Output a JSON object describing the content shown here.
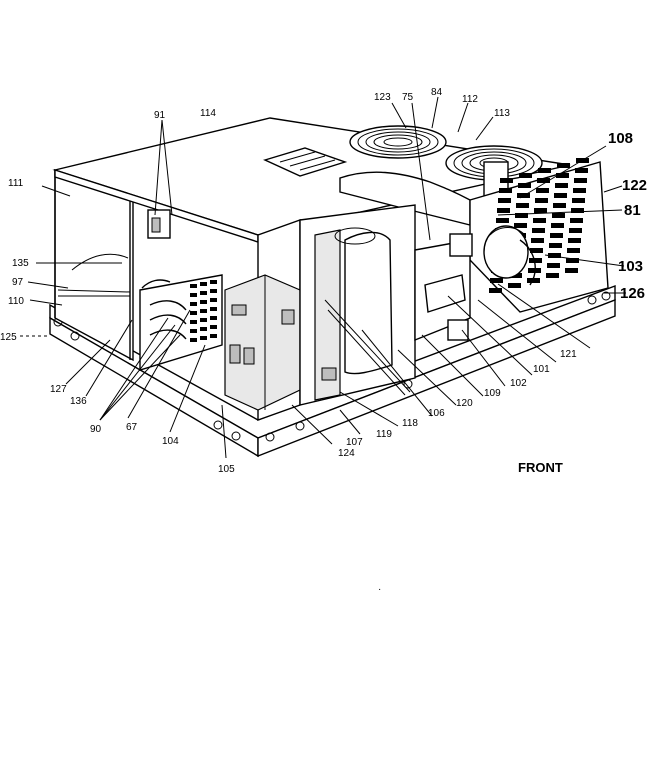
{
  "labels": {
    "l91": "91",
    "l114": "114",
    "l123": "123",
    "l75": "75",
    "l84": "84",
    "l112": "112",
    "l113": "113",
    "l108": "108",
    "l122": "122",
    "l81": "81",
    "l103": "103",
    "l126": "126",
    "l111": "111",
    "l135": "135",
    "l97": "97",
    "l110": "110",
    "l125": "125",
    "l127": "127",
    "l136": "136",
    "l90": "90",
    "l67": "67",
    "l104": "104",
    "l105": "105",
    "l124": "124",
    "l107": "107",
    "l119": "119",
    "l118": "118",
    "l106": "106",
    "l120": "120",
    "l109": "109",
    "l102": "102",
    "l101": "101",
    "l121": "121"
  },
  "front_label": "FRONT"
}
